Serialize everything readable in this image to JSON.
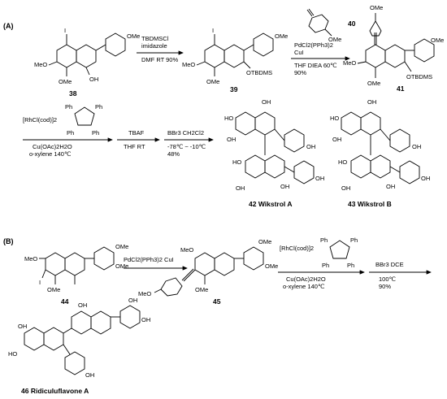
{
  "sections": {
    "a": "(A)",
    "b": "(B)"
  },
  "scheme_a": {
    "row1": {
      "sm_label": "38",
      "sm_groups": {
        "iodo": "I",
        "ome1": "MeO",
        "ome2": "OMe",
        "ome3": "OMe",
        "oh": "OH"
      },
      "step1": {
        "reagent": "TBDMSCl",
        "base": "imidazole",
        "conditions": "DMF RT 90%"
      },
      "int1_label": "39",
      "int1_groups": {
        "iodo": "I",
        "ome1": "MeO",
        "ome2": "OMe",
        "ome3": "OMe",
        "otbs": "OTBDMS"
      },
      "step2": {
        "alkyne_label": "40",
        "ome": "OMe",
        "catalyst": "PdCl2(PPh3)2",
        "cocat": "CuI",
        "conditions": "THF DIEA 60℃",
        "yield": "90%"
      },
      "int2_label": "41",
      "int2_groups": {
        "ome1": "OMe",
        "ome2": "MeO",
        "ome3": "OMe",
        "ome4": "OMe",
        "otbs": "OTBDMS"
      }
    },
    "row2": {
      "step3": {
        "catalyst": "[RhCl(cod)]2",
        "ph": "Ph",
        "oxidant": "Cu(OAc)2H2O",
        "conditions": "o-xylene 140℃"
      },
      "step4": {
        "reagent": "TBAF",
        "conditions": "THF RT"
      },
      "step5": {
        "reagent": "BBr3 CH2Cl2",
        "conditions": "-78℃ ~ -10℃",
        "yield": "48%"
      },
      "product1": "42 Wikstrol A",
      "product2": "43 Wikstrol B",
      "oh": "OH",
      "ho": "HO"
    }
  },
  "scheme_b": {
    "sm_label": "44",
    "sm_groups": {
      "ome1": "MeO",
      "ome2": "OMe",
      "ome3": "OMe",
      "ome4": "OMe",
      "iodo": "I"
    },
    "step1": {
      "reagents": "PdCl2(PPh3)2 CuI"
    },
    "int_label": "45",
    "int_groups": {
      "ome1": "MeO",
      "ome2": "OMe",
      "ome3": "OMe",
      "ome4": "OMe",
      "ome5": "MeO"
    },
    "step2": {
      "catalyst": "[RhCl(cod)]2",
      "ph": "Ph",
      "oxidant": "Cu(OAc)2H2O",
      "conditions": "o-xylene 140℃"
    },
    "step3": {
      "reagent": "BBr3 DCE",
      "conditions": "100℃",
      "yield": "90%"
    },
    "product": "46 Ridiculuflavone A",
    "oh": "OH",
    "ho": "HO"
  }
}
